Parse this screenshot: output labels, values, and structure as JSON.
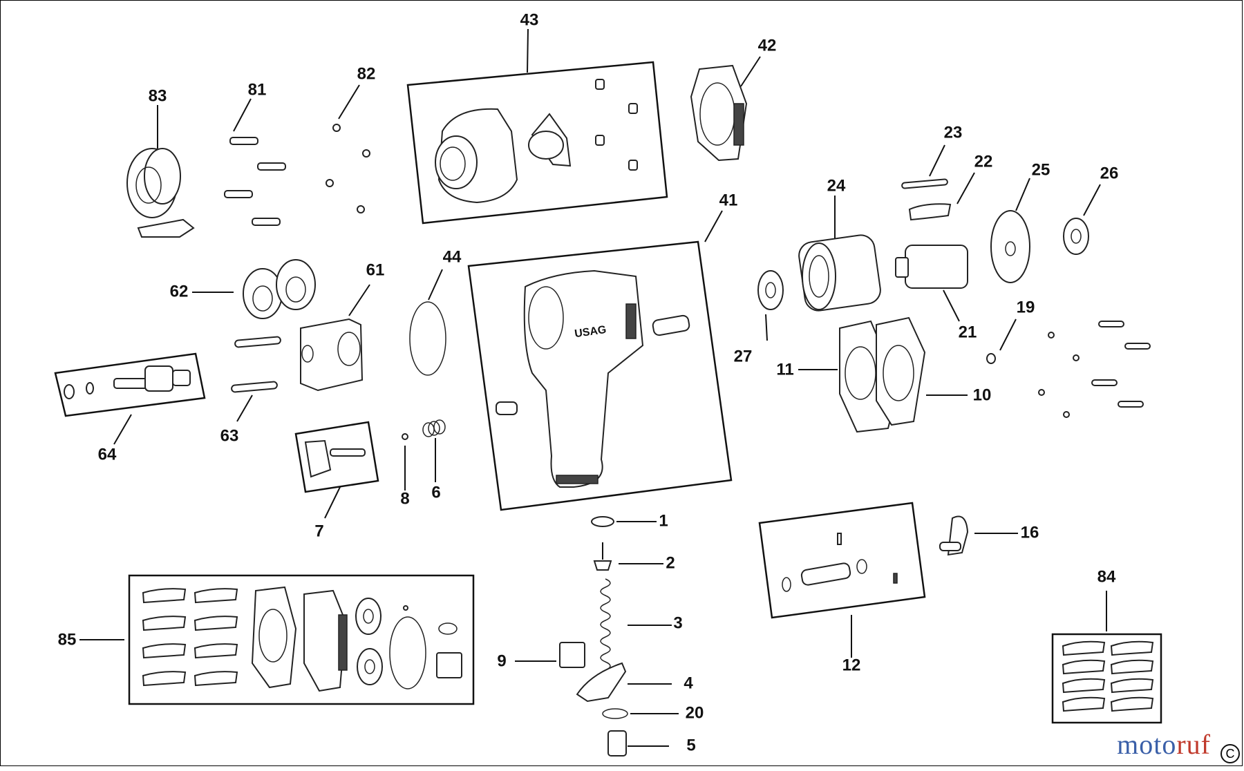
{
  "parts": {
    "p1": "1",
    "p2": "2",
    "p3": "3",
    "p4": "4",
    "p5": "5",
    "p6": "6",
    "p7": "7",
    "p8": "8",
    "p9": "9",
    "p10": "10",
    "p11": "11",
    "p12": "12",
    "p16": "16",
    "p19": "19",
    "p20": "20",
    "p21": "21",
    "p22": "22",
    "p23": "23",
    "p24": "24",
    "p25": "25",
    "p26": "26",
    "p27": "27",
    "p41": "41",
    "p42": "42",
    "p43": "43",
    "p44": "44",
    "p61": "61",
    "p62": "62",
    "p63": "63",
    "p64": "64",
    "p81": "81",
    "p82": "82",
    "p83": "83",
    "p84": "84",
    "p85": "85"
  },
  "housing_logo": "USAG",
  "watermark": {
    "part1": "moto",
    "part2": "ruf",
    "color1": "#3a5fa8",
    "color2": "#c0392b"
  },
  "copyright_symbol": "C"
}
